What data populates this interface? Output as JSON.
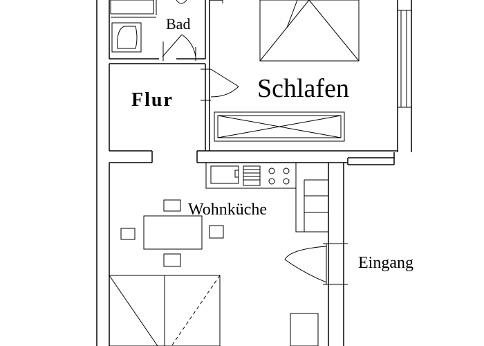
{
  "rooms": {
    "bath": "Bad",
    "hall": "Flur",
    "bedroom": "Schlafen",
    "kitchen_living": "Wohnküche",
    "entrance": "Eingang"
  }
}
